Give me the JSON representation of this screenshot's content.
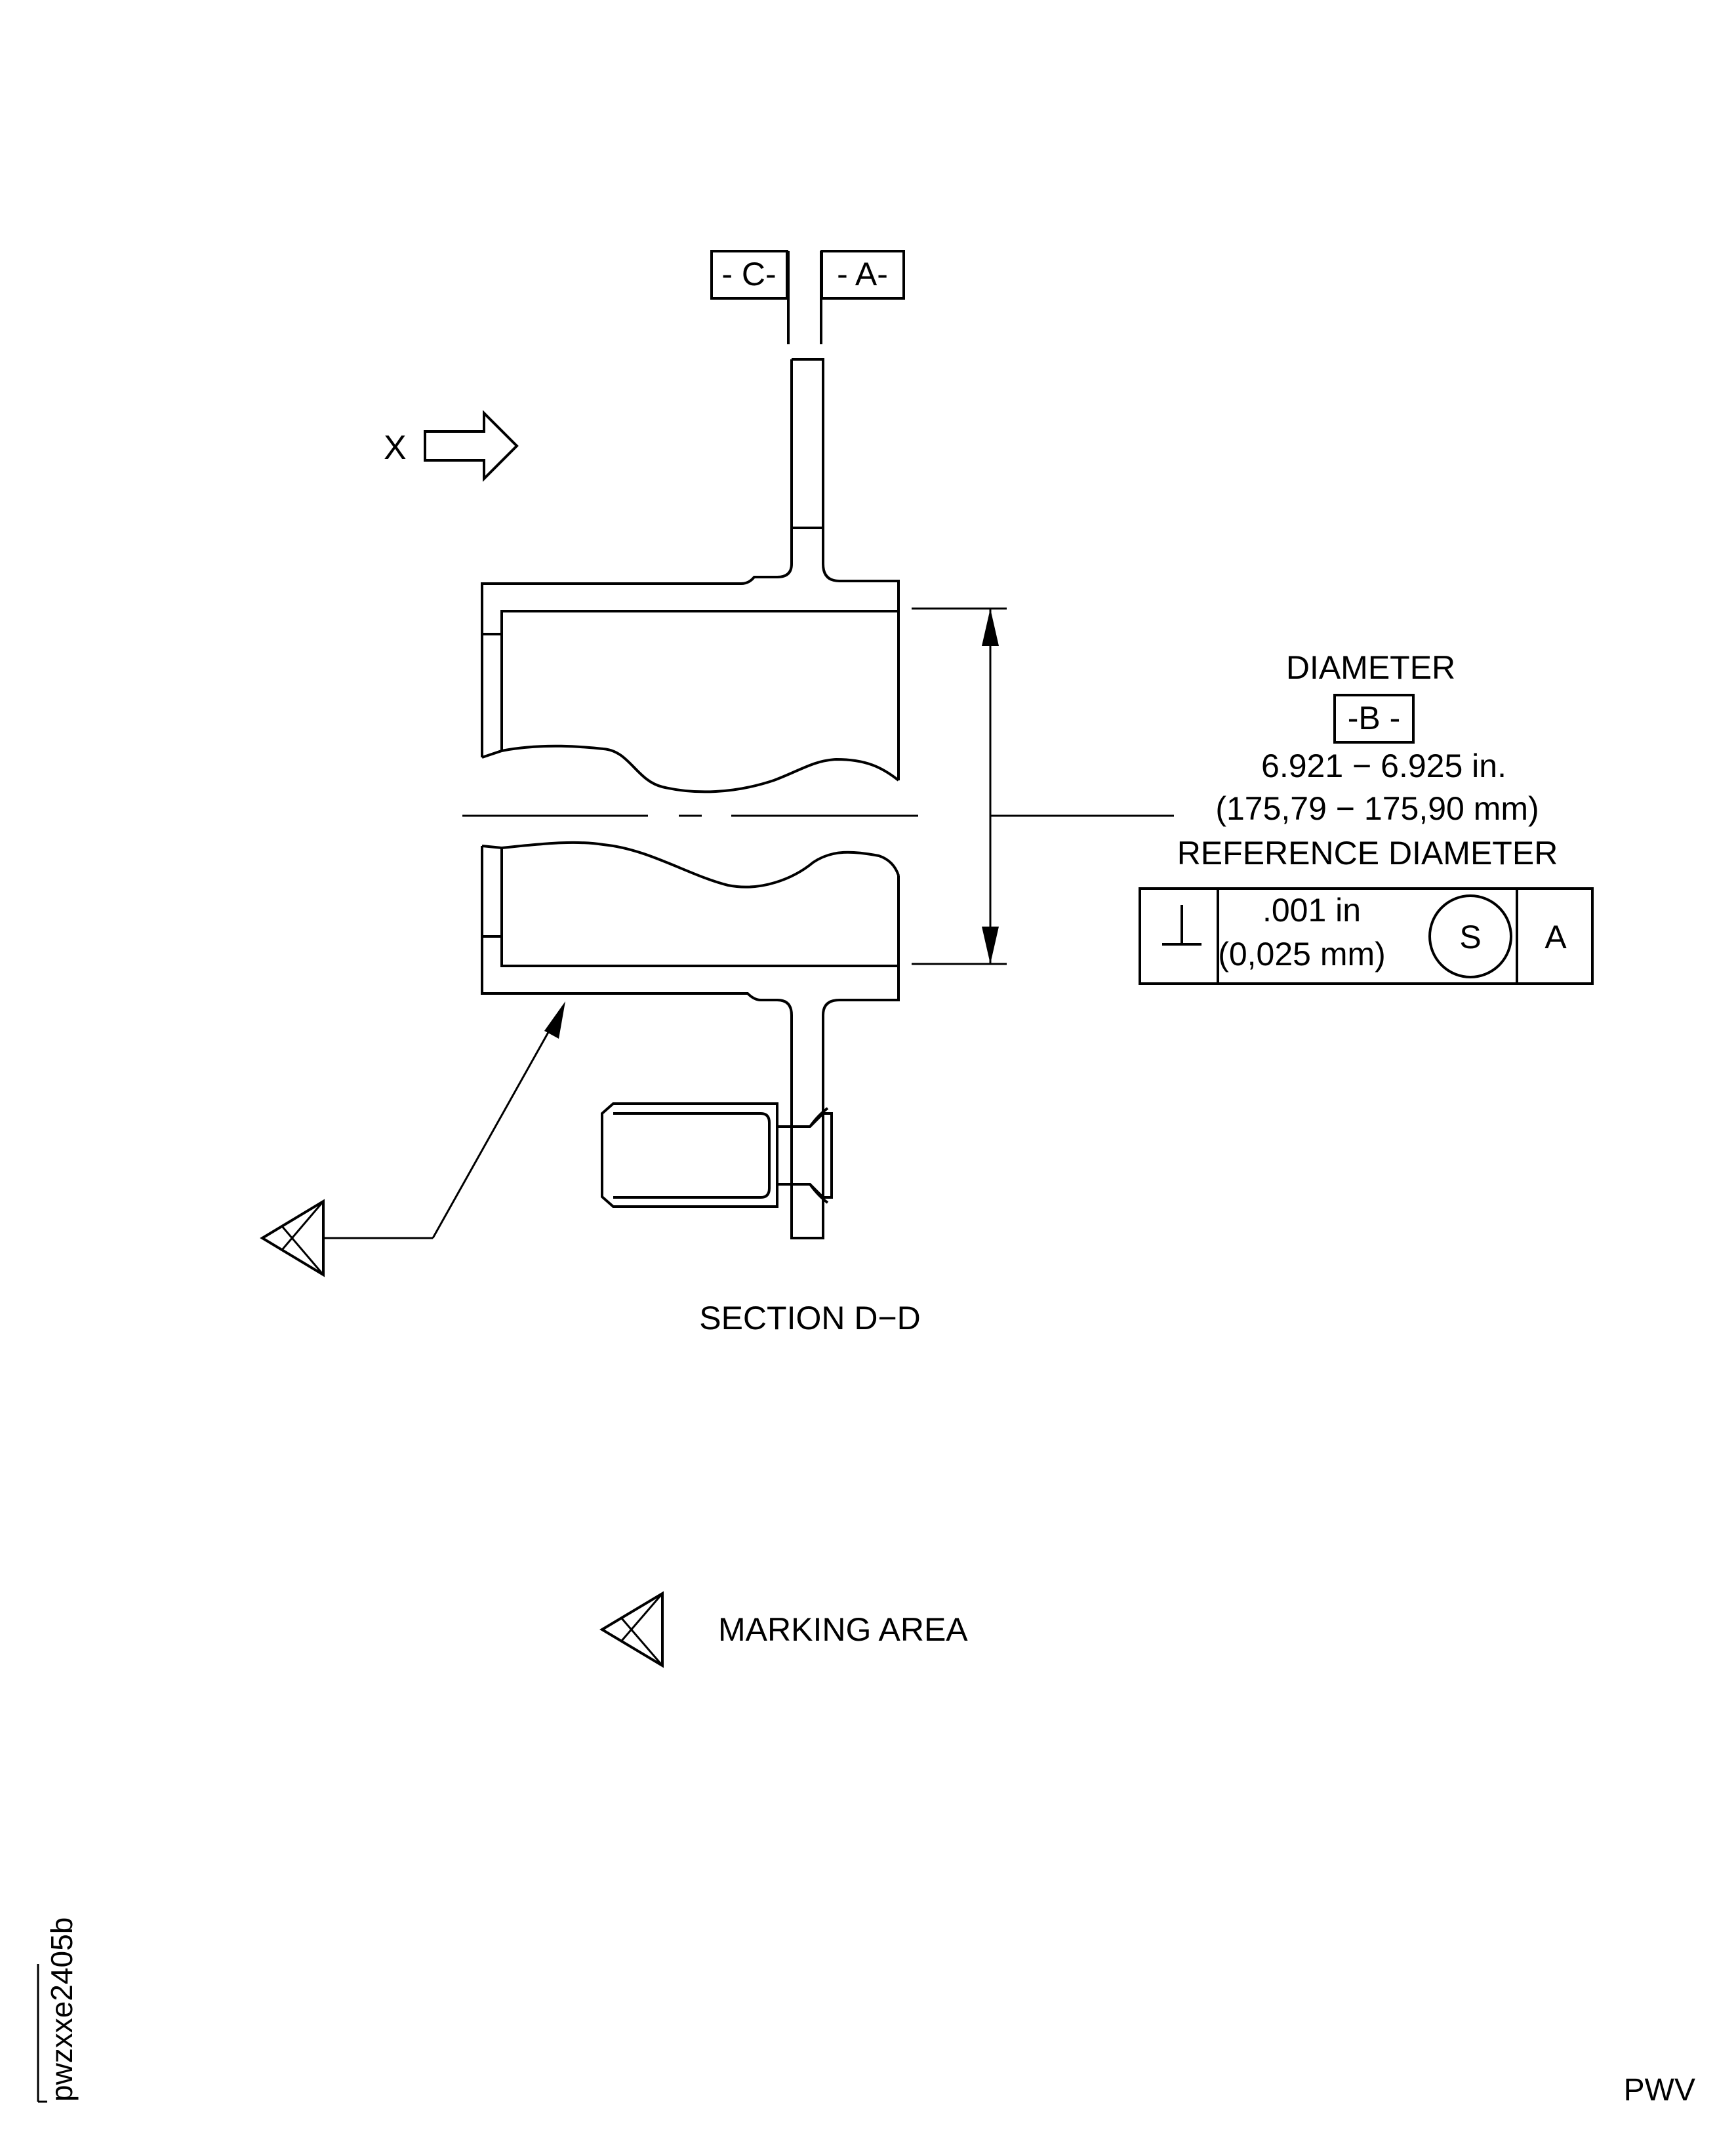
{
  "labels": {
    "datum_c": "- C-",
    "datum_a": "- A-",
    "view_arrow": "X",
    "diameter": "DIAMETER",
    "datum_b": "-B -",
    "dim_in": "6.921 − 6.925 in.",
    "dim_mm": "(175,79 − 175,90 mm)",
    "reference_diameter": "REFERENCE DIAMETER",
    "section": "SECTION D−D",
    "legend_marking": "MARKING AREA",
    "figure_id": "pwzxxe2405b",
    "corner_code": "PWV"
  },
  "tolerance_frame": {
    "symbol": "⊥",
    "value_in": ".001 in",
    "value_mm": "(0,025 mm)",
    "modifier": "S",
    "datum": "A"
  },
  "icons": {
    "arrow": "view-direction-arrow-icon",
    "marking": "marking-area-triangle-icon",
    "perpendicularity": "perpendicularity-icon"
  },
  "colors": {
    "line": "#000000",
    "background": "#ffffff"
  }
}
